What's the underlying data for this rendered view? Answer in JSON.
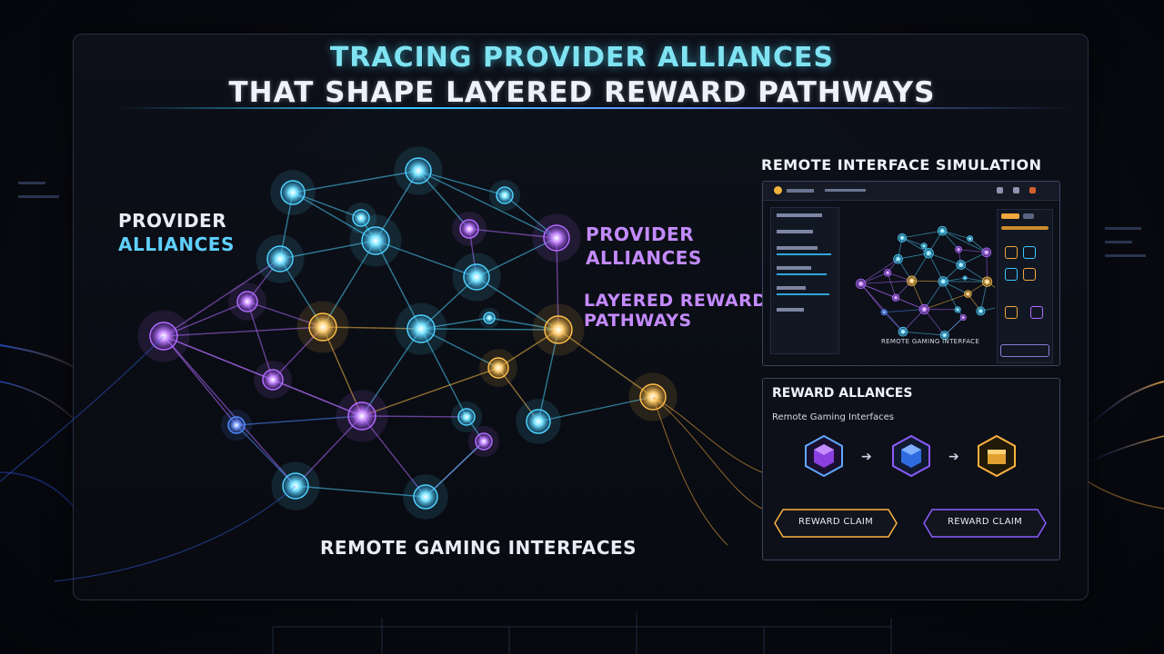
{
  "header": {
    "title_line1": "TRACING PROVIDER ALLIANCES",
    "title_line2": "THAT SHAPE LAYERED REWARD PATHWAYS"
  },
  "network": {
    "label_left_line1": "PROVIDER",
    "label_left_line2": "ALLIANCES",
    "label_right_line1": "PROVIDER",
    "label_right_line2": "ALLIANCES",
    "label_reward_line1": "LAYERED REWARD",
    "label_reward_line2": "PATHWAYS",
    "label_bottom": "REMOTE GAMING INTERFACES"
  },
  "simulation": {
    "heading": "REMOTE INTERFACE SIMULATION",
    "caption": "REMOTE GAMING INTERFACE"
  },
  "rewards": {
    "heading": "REWARD ALLANCES",
    "subtitle": "Remote Gaming Interfaces",
    "claim_left": "REWARD CLAIM",
    "claim_right": "REWARD CLAIM"
  },
  "colors": {
    "cyan": "#4fd2ff",
    "purple": "#b26bff",
    "gold": "#ffc04a",
    "blue": "#4f8dff"
  },
  "icons": [
    "purple-cube-icon",
    "blue-cube-icon",
    "gold-chest-icon",
    "arrow-right-icon"
  ]
}
